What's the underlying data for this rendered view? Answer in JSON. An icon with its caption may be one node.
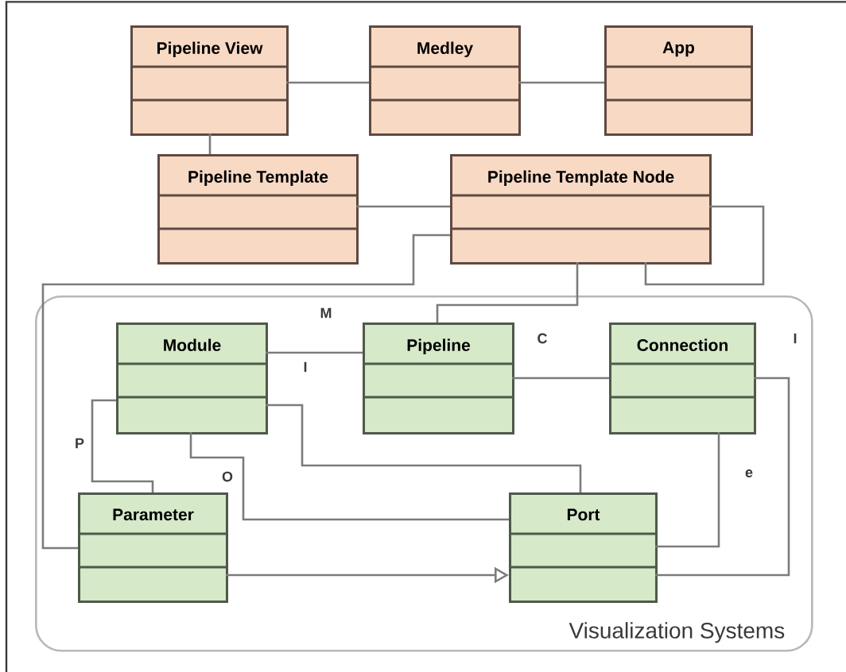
{
  "diagram": {
    "nodes": [
      {
        "text": [
          "Pipeline View"
        ]
      },
      {
        "text": [
          "Medley"
        ]
      },
      {
        "text": [
          "App"
        ]
      },
      {
        "text": [
          "Pipeline Template"
        ]
      },
      {
        "text": [
          "Pipeline Template Node"
        ]
      },
      {
        "text": [
          "Visualization Systems"
        ]
      },
      {
        "text": [
          "Module"
        ],
        "in": 5
      },
      {
        "text": [
          "Pipeline"
        ],
        "in": 5
      },
      {
        "text": [
          "Connection"
        ],
        "in": 5
      },
      {
        "text": [
          "Parameter"
        ],
        "in": 5
      },
      {
        "text": [
          "Port"
        ],
        "in": 5
      }
    ],
    "edges": [
      {
        "from": 0,
        "to": 1,
        "arrow": "none"
      },
      {
        "from": 1,
        "to": 2,
        "arrow": "none"
      },
      {
        "from": 0,
        "to": 3,
        "arrow": "none"
      },
      {
        "from": 3,
        "to": 4,
        "arrow": "none"
      },
      {
        "from": 4,
        "to": 4,
        "arrow": "none"
      },
      {
        "from": 4,
        "to": 9,
        "arrow": "none"
      },
      {
        "from": 4,
        "to": 7,
        "arrow": "none"
      },
      {
        "from": 6,
        "to": 7,
        "arrow": "none"
      },
      {
        "from": 7,
        "to": 8,
        "arrow": "none"
      },
      {
        "from": 6,
        "to": 9,
        "arrow": "none"
      },
      {
        "from": 6,
        "to": 10,
        "arrow": "none"
      },
      {
        "from": 6,
        "to": 10,
        "arrow": "none"
      },
      {
        "from": 9,
        "to": 10,
        "arrow": "to"
      },
      {
        "from": 8,
        "to": 10,
        "arrow": "none"
      },
      {
        "from": 8,
        "to": 10,
        "arrow": "none"
      }
    ],
    "labels": [
      "M",
      "C",
      "I",
      "I",
      "P",
      "O",
      "e"
    ]
  }
}
